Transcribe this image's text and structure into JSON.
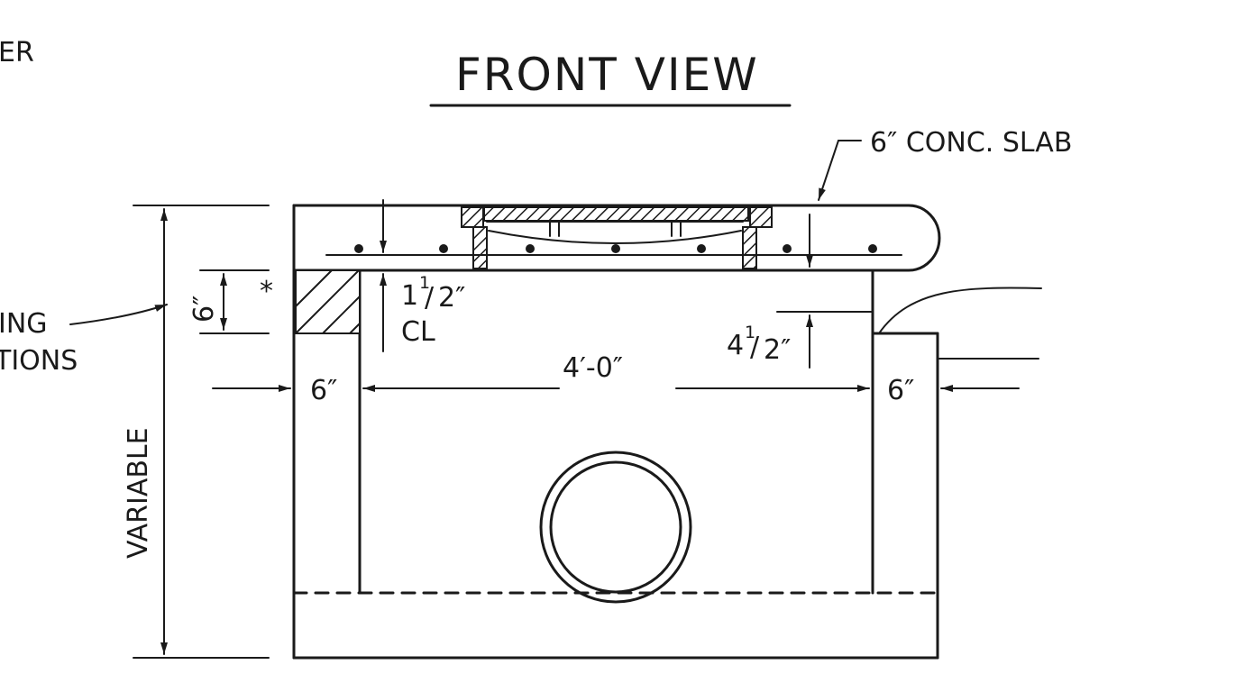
{
  "title": "FRONT VIEW",
  "labels": {
    "cut_er": "ER",
    "cut_ing": "ING",
    "cut_tions": "TIONS",
    "slab": "6″ CONC. SLAB",
    "six_in_vertical": "6″",
    "asterisk": "*",
    "one_half_whole": "1",
    "one_half_num": "1",
    "one_half_slash": "/",
    "one_half_den": "2″",
    "cl": "CL",
    "four_half_whole": "4",
    "four_half_num": "1",
    "four_half_slash": "/",
    "four_half_den": "2″",
    "width": "4′-0″",
    "left_wall": "6″",
    "right_wall": "6″",
    "variable": "VARIABLE"
  }
}
